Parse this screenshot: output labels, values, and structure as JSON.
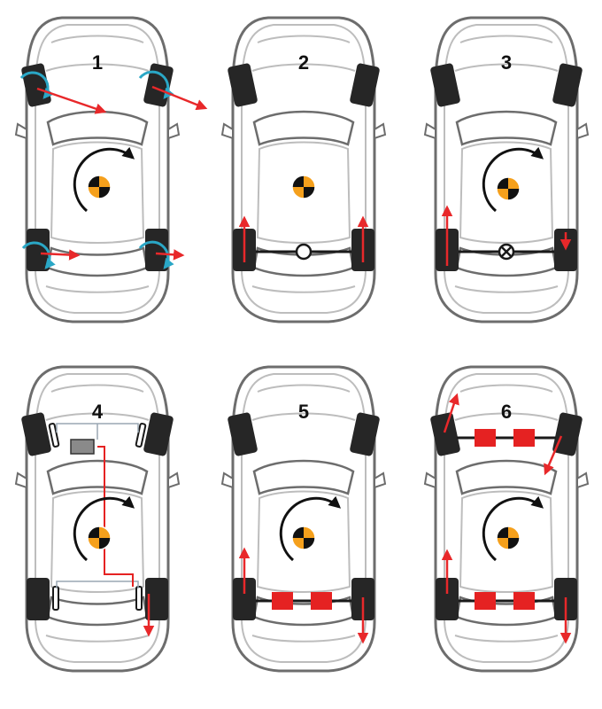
{
  "colors": {
    "background": "#ffffff",
    "car_outline": "#6d6d6d",
    "car_inner": "#bdbdbd",
    "tire": "#262626",
    "arrow_red": "#e8282a",
    "spin_cyan": "#2aa7c6",
    "cog_orange": "#f5a01c",
    "cog_black": "#111111",
    "actuator_red": "#e52222",
    "module_grey": "#8a8a8a",
    "line_dark": "#1a1a1a"
  },
  "icons": {
    "center_of_gravity": "center-of-gravity-icon",
    "yaw_arrow": "yaw-rotation-arrow-icon",
    "force_arrow": "force-arrow-icon",
    "wheel_spin": "wheel-spin-icon",
    "open_differential": "open-differential-icon",
    "locked_differential": "locked-differential-icon",
    "brake_module": "brake-control-module-icon",
    "torque_vectoring_unit": "torque-vectoring-unit-icon"
  },
  "panels": [
    {
      "label": "1",
      "technology": "wheel-forces-yaw",
      "cog": true,
      "yaw": true
    },
    {
      "label": "2",
      "technology": "open-differential",
      "cog": true,
      "yaw": false
    },
    {
      "label": "3",
      "technology": "locked-differential",
      "cog": true,
      "yaw": true
    },
    {
      "label": "4",
      "technology": "brake-based-torque-vectoring",
      "cog": true,
      "yaw": true
    },
    {
      "label": "5",
      "technology": "rear-axle-torque-vectoring",
      "cog": true,
      "yaw": true
    },
    {
      "label": "6",
      "technology": "all-wheel-torque-vectoring",
      "cog": true,
      "yaw": true
    }
  ]
}
